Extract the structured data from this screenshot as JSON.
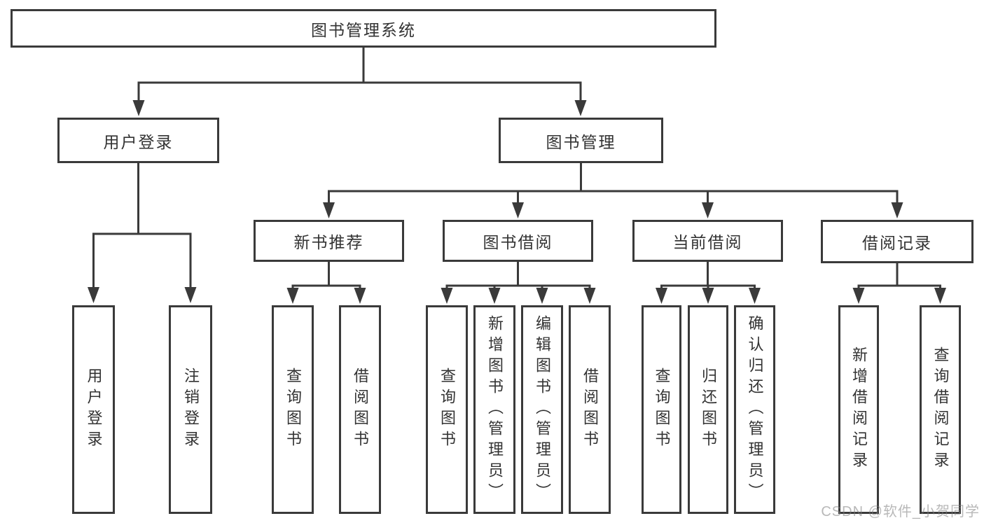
{
  "nodes": {
    "root": {
      "label": "图书管理系统"
    },
    "level2": [
      {
        "label": "用户登录"
      },
      {
        "label": "图书管理"
      }
    ],
    "level3": [
      {
        "label": "新书推荐"
      },
      {
        "label": "图书借阅"
      },
      {
        "label": "当前借阅"
      },
      {
        "label": "借阅记录"
      }
    ],
    "level4": [
      {
        "label": "用户登录"
      },
      {
        "label": "注销登录"
      },
      {
        "label": "查询图书"
      },
      {
        "label": "借阅图书"
      },
      {
        "label": "查询图书"
      },
      {
        "label": "新增图书（管理员）"
      },
      {
        "label": "编辑图书（管理员）"
      },
      {
        "label": "借阅图书"
      },
      {
        "label": "查询图书"
      },
      {
        "label": "归还图书"
      },
      {
        "label": "确认归还（管理员）"
      },
      {
        "label": "新增借阅记录"
      },
      {
        "label": "查询借阅记录"
      }
    ]
  },
  "watermark": {
    "text": "CSDN @软件_小贺同学"
  },
  "colors": {
    "line": "#3a3a3a",
    "box_border": "#3a3a3a",
    "text": "#333333",
    "background": "#ffffff",
    "watermark": "#b0b0b0"
  }
}
